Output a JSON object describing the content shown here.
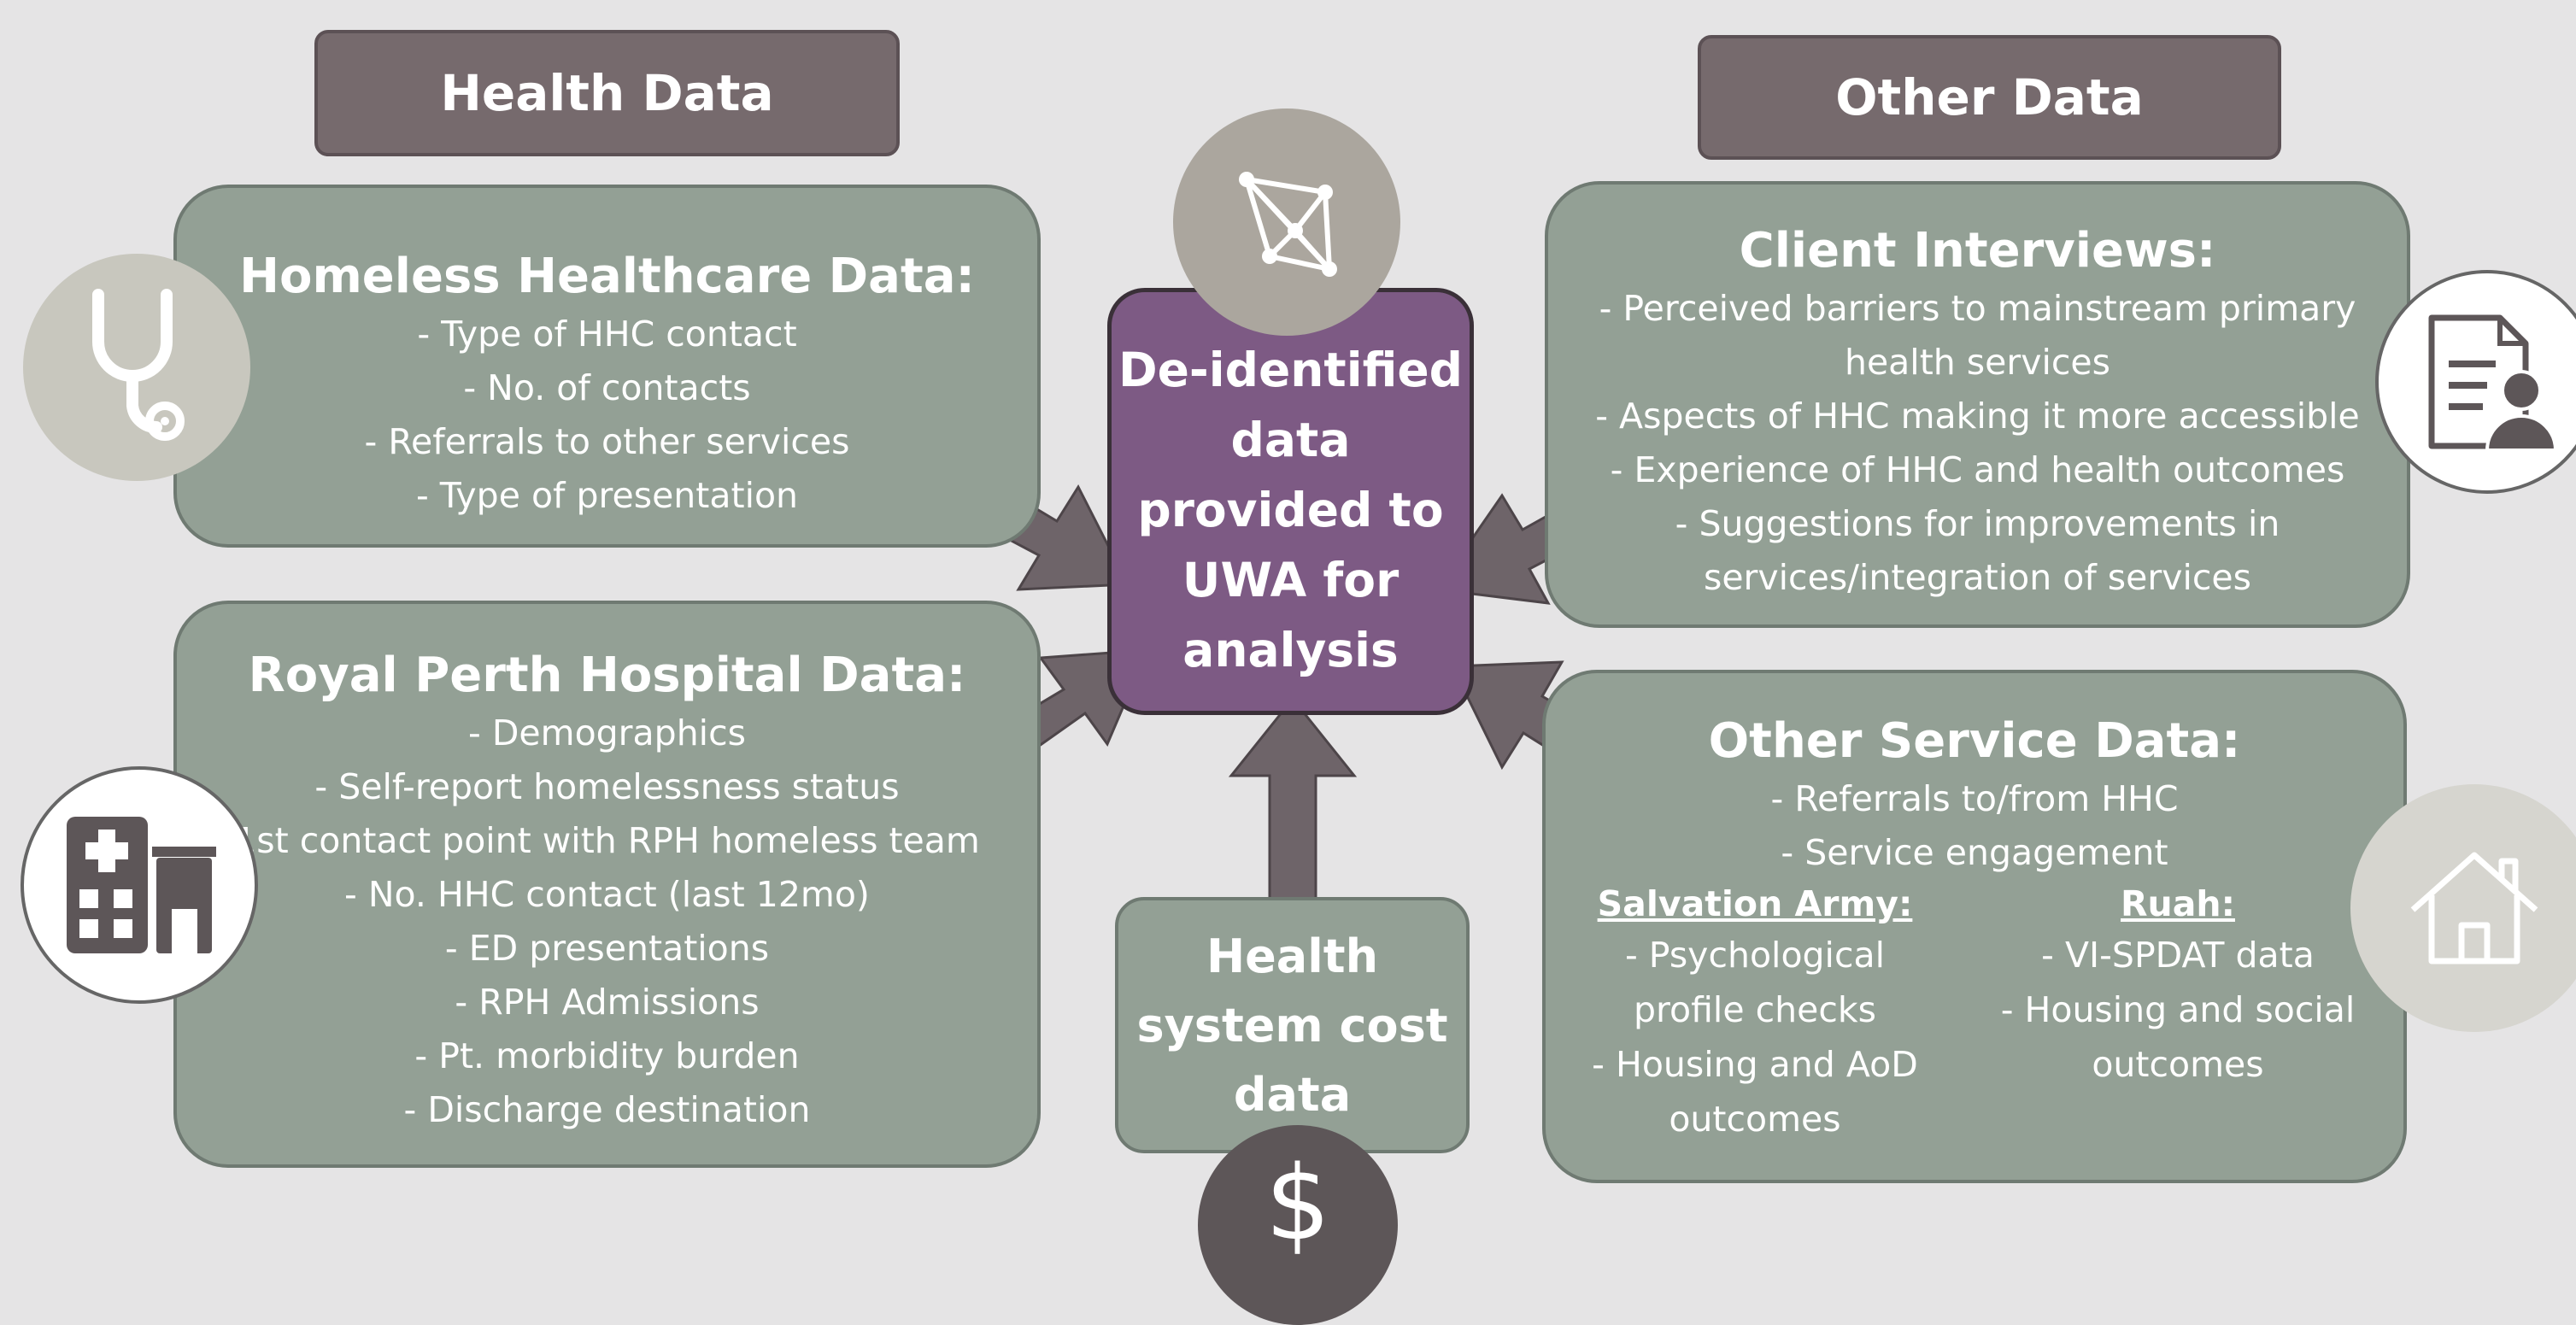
{
  "headers": {
    "health": "Health Data",
    "other": "Other Data"
  },
  "hhc": {
    "title": "Homeless Healthcare Data:",
    "items": [
      "-  Type of HHC contact",
      "-  No. of contacts",
      "-  Referrals to other services",
      "-  Type of presentation"
    ]
  },
  "rph": {
    "title": "Royal Perth Hospital Data:",
    "items": [
      "-  Demographics",
      "-  Self-report homelessness status",
      "1st contact point with RPH homeless team",
      "-  No. HHC contact (last 12mo)",
      "-  ED presentations",
      "-  RPH Admissions",
      "-  Pt. morbidity burden",
      "-  Discharge destination"
    ]
  },
  "center": {
    "lines": [
      "De-identified",
      "data",
      "provided to",
      "UWA for",
      "analysis"
    ]
  },
  "cost": {
    "lines": [
      "Health",
      "system cost",
      "data"
    ]
  },
  "interviews": {
    "title": "Client Interviews:",
    "items": [
      "-  Perceived barriers to mainstream primary",
      "health services",
      "-  Aspects of HHC making it more accessible",
      "-  Experience of HHC and health outcomes",
      "-  Suggestions for improvements in",
      "services/integration of services"
    ]
  },
  "service": {
    "title": "Other Service Data:",
    "items": [
      "-  Referrals to/from HHC",
      "-  Service engagement"
    ],
    "salvation": {
      "title": "Salvation Army:",
      "items": [
        "-  Psychological",
        "profile checks",
        "-  Housing and AoD",
        "outcomes"
      ]
    },
    "ruah": {
      "title": "Ruah:",
      "items": [
        "-  VI-SPDAT data",
        "-  Housing and social",
        "outcomes"
      ]
    }
  },
  "icons": [
    "stethoscope-icon",
    "hospital-icon",
    "network-icon",
    "document-person-icon",
    "house-icon",
    "dollar-icon"
  ],
  "colors": {
    "background": "#e5e4e5",
    "header": "#766a6d",
    "box": "#93a095",
    "center": "#7d5a84",
    "arrow": "#6e6469",
    "icon_circle_light": "#c8c7be",
    "icon_circle_dark": "#5d5658"
  },
  "dollar": {
    "symbol": "$"
  }
}
